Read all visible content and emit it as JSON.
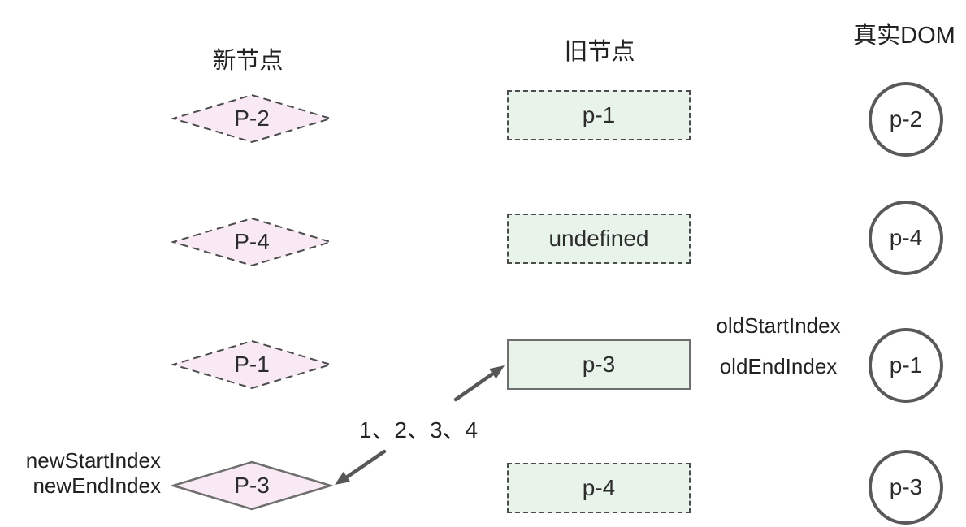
{
  "headers": {
    "new_nodes": "新节点",
    "old_nodes": "旧节点",
    "real_dom": "真实DOM"
  },
  "new_nodes": [
    {
      "label": "P-2",
      "border": "dashed"
    },
    {
      "label": "P-4",
      "border": "dashed"
    },
    {
      "label": "P-1",
      "border": "dashed"
    },
    {
      "label": "P-3",
      "border": "solid"
    }
  ],
  "old_nodes": [
    {
      "label": "p-1",
      "border": "dashed"
    },
    {
      "label": "undefined",
      "border": "dashed"
    },
    {
      "label": "p-3",
      "border": "solid"
    },
    {
      "label": "p-4",
      "border": "dashed"
    }
  ],
  "real_dom_nodes": [
    {
      "label": "p-2"
    },
    {
      "label": "p-4"
    },
    {
      "label": "p-1"
    },
    {
      "label": "p-3"
    }
  ],
  "annotations": {
    "old_start_index": "oldStartIndex",
    "old_end_index": "oldEndIndex",
    "new_start_index": "newStartIndex",
    "new_end_index": "newEndIndex",
    "arrow_label": "1、2、3、4"
  },
  "colors": {
    "new_node_fill": "#f8e9f4",
    "old_node_fill": "#e8f4e9",
    "dashed_border": "#4c4c4c",
    "solid_border": "#6e6e6e",
    "circle_border": "#595959",
    "arrow": "#575757",
    "text": "#2d2d2d"
  }
}
